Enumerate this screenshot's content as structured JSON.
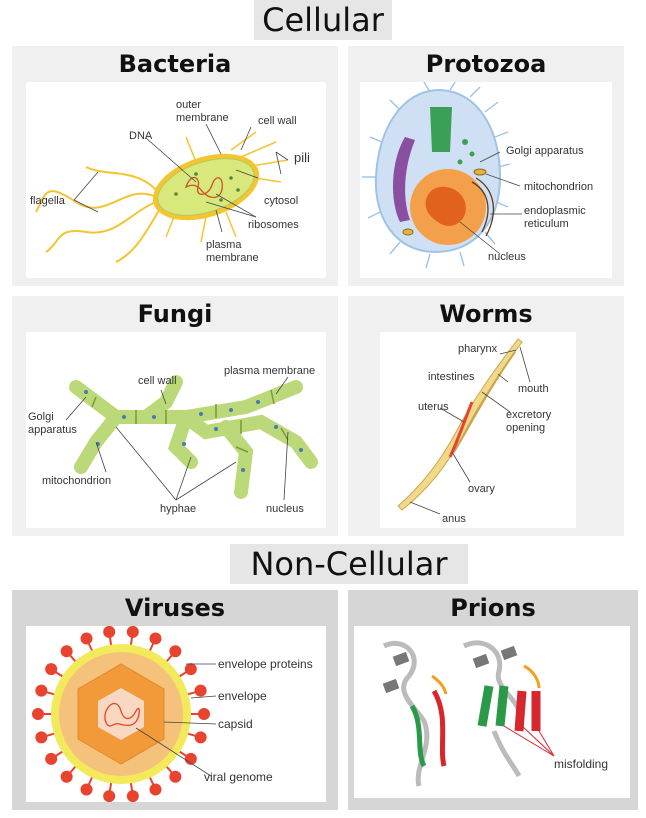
{
  "sections": {
    "cellular": "Cellular",
    "non_cellular": "Non-Cellular"
  },
  "panels": {
    "bacteria": {
      "title": "Bacteria",
      "labels": {
        "outer_membrane_1": "outer",
        "outer_membrane_2": "membrane",
        "cell_wall": "cell wall",
        "dna": "DNA",
        "pili": "pili",
        "flagella": "flagella",
        "cytosol": "cytosol",
        "ribosomes": "ribosomes",
        "plasma_membrane_1": "plasma",
        "plasma_membrane_2": "membrane"
      }
    },
    "protozoa": {
      "title": "Protozoa",
      "labels": {
        "golgi": "Golgi apparatus",
        "mitochondrion": "mitochondrion",
        "er_1": "endoplasmic",
        "er_2": "reticulum",
        "nucleus": "nucleus"
      }
    },
    "fungi": {
      "title": "Fungi",
      "labels": {
        "cell_wall": "cell wall",
        "plasma_membrane": "plasma membrane",
        "golgi_1": "Golgi",
        "golgi_2": "apparatus",
        "mitochondrion": "mitochondrion",
        "hyphae": "hyphae",
        "nucleus": "nucleus"
      }
    },
    "worms": {
      "title": "Worms",
      "labels": {
        "pharynx": "pharynx",
        "intestines": "intestines",
        "mouth": "mouth",
        "uterus": "uterus",
        "excretory_1": "excretory",
        "excretory_2": "opening",
        "ovary": "ovary",
        "anus": "anus"
      }
    },
    "viruses": {
      "title": "Viruses",
      "labels": {
        "envelope_proteins": "envelope proteins",
        "envelope": "envelope",
        "capsid": "capsid",
        "viral_genome": "viral genome"
      }
    },
    "prions": {
      "title": "Prions",
      "labels": {
        "misfolding": "misfolding"
      }
    }
  },
  "colors": {
    "section_bg": "#e6e6e6",
    "cellular_panel_bg": "#f0f0f0",
    "noncellular_panel_bg": "#d6d6d6",
    "bacteria_body": "#d9e87a",
    "flagella": "#f3c531",
    "protozoa_nucleus": "#f08a2e",
    "fungi_hyphae": "#bcd97a",
    "worm_body": "#f2d98a",
    "virus_orange": "#f29a3a",
    "virus_red": "#e8432e",
    "prion_green": "#2a9a48",
    "prion_red": "#d8262d"
  }
}
